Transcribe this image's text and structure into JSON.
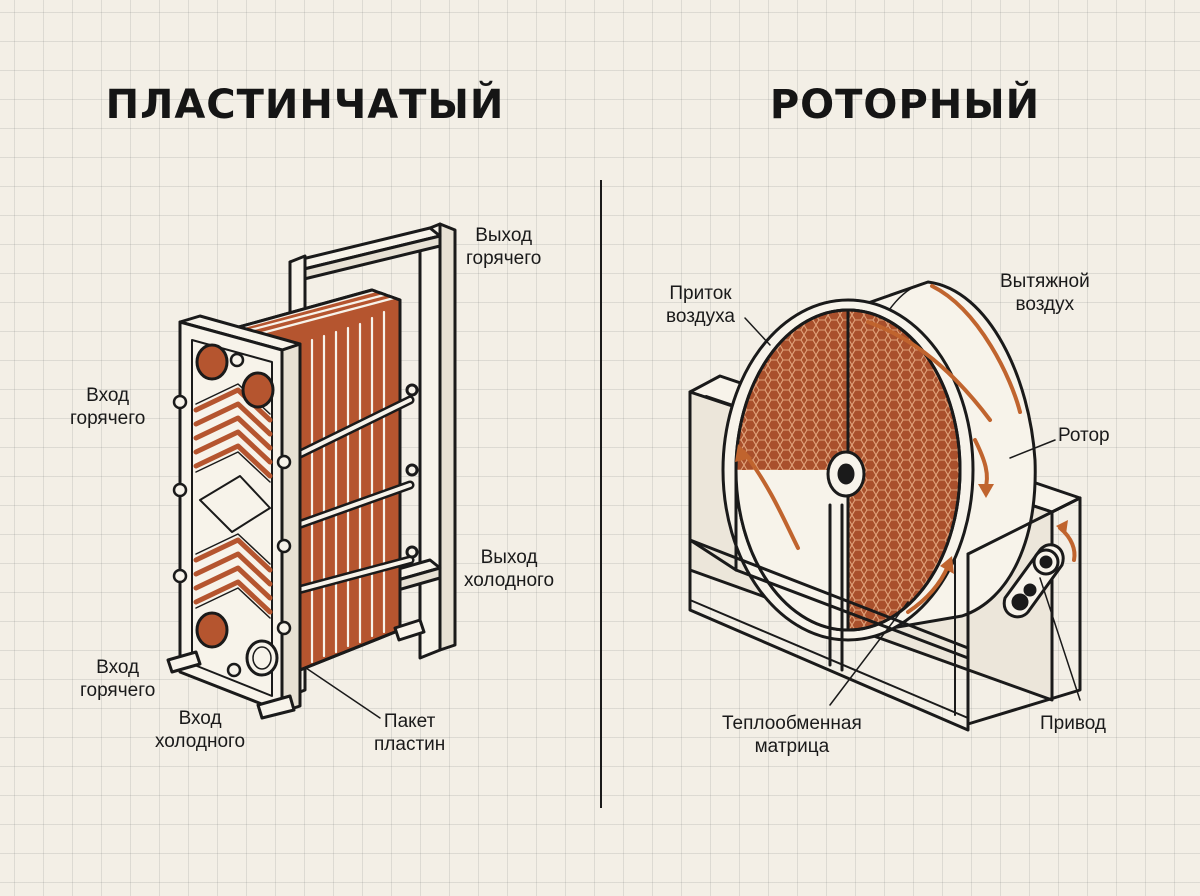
{
  "titles": {
    "left": "ПЛАСТИНЧАТЫЙ",
    "right": "РОТОРНЫЙ"
  },
  "plate": {
    "labels": {
      "hot_out": [
        "Выход",
        "горячего"
      ],
      "hot_in_top": [
        "Вход",
        "горячего"
      ],
      "cold_out": [
        "Выход",
        "холодного"
      ],
      "hot_in_bottom": [
        "Вход",
        "горячего"
      ],
      "cold_in": [
        "Вход",
        "холодного"
      ],
      "plate_pack": [
        "Пакет",
        "пластин"
      ]
    }
  },
  "rotary": {
    "labels": {
      "supply_air": [
        "Приток",
        "воздуха"
      ],
      "exhaust_air": [
        "Вытяжной",
        "воздух"
      ],
      "rotor": [
        "Ротор"
      ],
      "matrix": [
        "Теплообменная",
        "матрица"
      ],
      "drive": [
        "Привод"
      ]
    }
  },
  "colors": {
    "copper": "#b5552f",
    "ink": "#1a1a1a",
    "paper": "#f7f3ea",
    "arrow": "#c0642e"
  }
}
